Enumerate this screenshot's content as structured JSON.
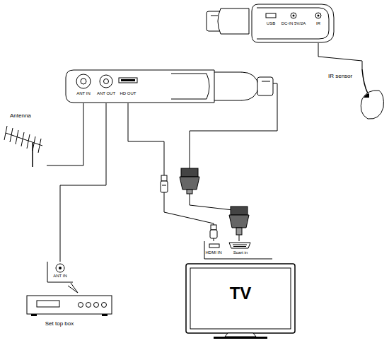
{
  "diagram": {
    "nodes": [
      {
        "text": [
          "USB",
          "DC-IN 5V/2A",
          "IR"
        ]
      },
      {
        "text": [
          "IR sensor"
        ]
      },
      {
        "text": [
          "ANT IN",
          "ANT OUT",
          "HD OUT"
        ]
      },
      {
        "text": [
          "Antenna"
        ]
      },
      {
        "text": [
          "ANT IN"
        ]
      },
      {
        "text": [
          "Set top box"
        ]
      },
      {
        "text": [
          "HDMI IN",
          "Scart in"
        ]
      },
      {
        "text": [
          "TV"
        ]
      }
    ],
    "edges": [
      {
        "from": 1,
        "to": 0,
        "arrow": "none"
      },
      {
        "from": 3,
        "to": 2,
        "arrow": "none"
      },
      {
        "from": 2,
        "to": 4,
        "arrow": "none"
      },
      {
        "from": 2,
        "to": 6,
        "arrow": "none"
      },
      {
        "from": 2,
        "to": 6,
        "arrow": "none"
      }
    ]
  }
}
